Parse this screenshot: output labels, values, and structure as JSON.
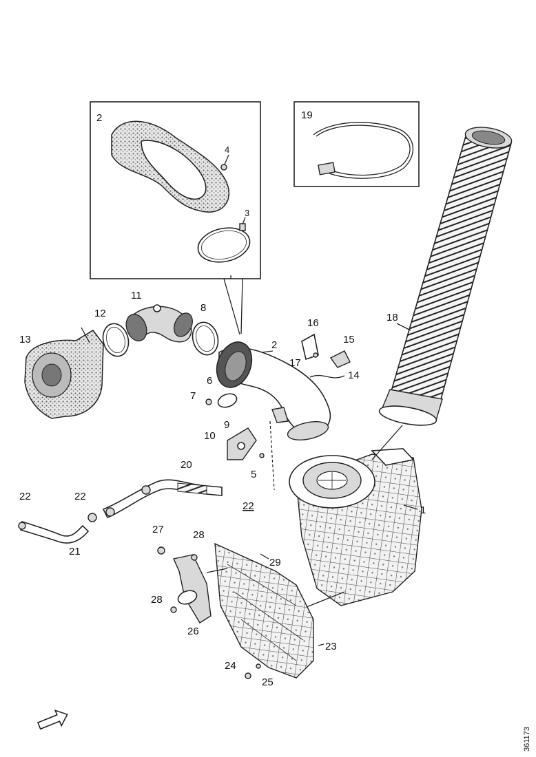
{
  "diagram": {
    "labels": {
      "l1": "1",
      "l2_inset": "2",
      "l2": "2",
      "l4": "4",
      "l3": "3",
      "l19": "19",
      "l18": "18",
      "l11": "11",
      "l12": "12",
      "l8": "8",
      "l13": "13",
      "l16": "16",
      "l15": "15",
      "l17": "17",
      "l14": "14",
      "l6": "6",
      "l7": "7",
      "l9": "9",
      "l10": "10",
      "l5": "5",
      "l20": "20",
      "l22a": "22",
      "l22b": "22",
      "l22c": "22",
      "l21": "21",
      "l27": "27",
      "l28a": "28",
      "l28b": "28",
      "l29": "29",
      "l26": "26",
      "l23": "23",
      "l24": "24",
      "l25": "25"
    },
    "reference_number": "361173",
    "icons": {
      "direction_arrow": "arrow-icon"
    }
  }
}
